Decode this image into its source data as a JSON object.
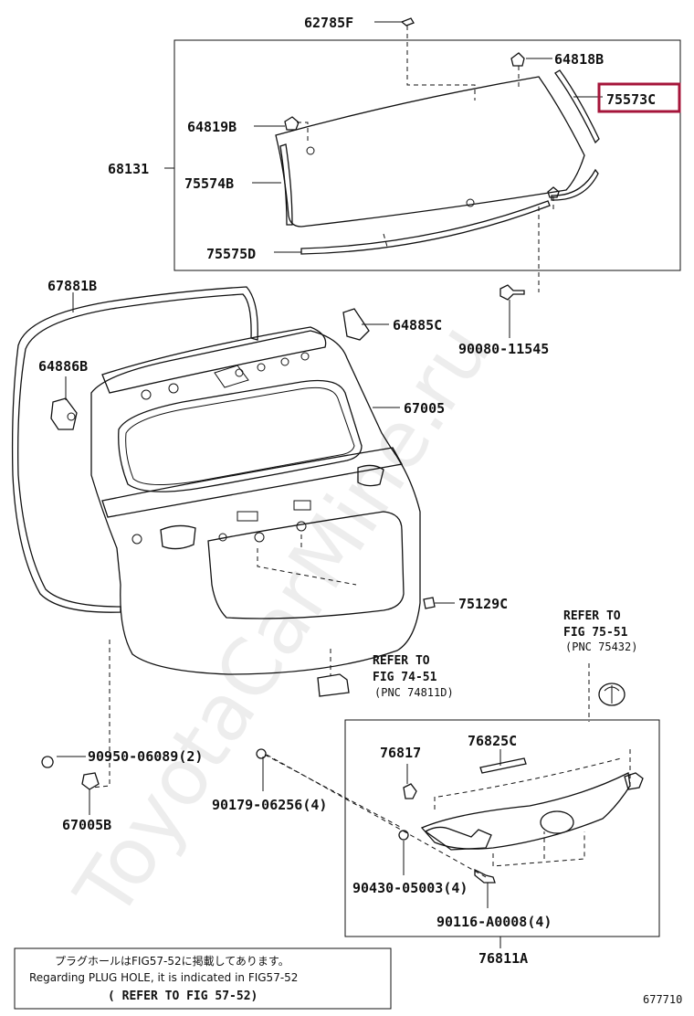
{
  "watermark": "ToyotaCarMine.ru",
  "figure_number": "677710",
  "parts": {
    "p62785F": "62785F",
    "p64818B": "64818B",
    "p75573C": "75573C",
    "p64819B": "64819B",
    "p68131": "68131",
    "p75574B": "75574B",
    "p75575D": "75575D",
    "p67881B": "67881B",
    "p64885C": "64885C",
    "p90080_11545": "90080-11545",
    "p64886B": "64886B",
    "p67005": "67005",
    "p75129C": "75129C",
    "p90950_06089": "90950-06089(2)",
    "p67005B": "67005B",
    "p90179_06256": "90179-06256(4)",
    "p76817": "76817",
    "p76825C": "76825C",
    "p90430_05003": "90430-05003(4)",
    "p90116_A0008": "90116-A0008(4)",
    "p76811A": "76811A"
  },
  "highlighted_part": "75573C",
  "refs": {
    "ref1": {
      "line1": "REFER TO",
      "line2": "FIG 74-51",
      "line3": "(PNC 74811D)"
    },
    "ref2": {
      "line1": "REFER TO",
      "line2": "FIG 75-51",
      "line3": "(PNC 75432)"
    }
  },
  "note": {
    "line1": "プラグホールはFIG57-52に掲載してあります。",
    "line2": "Regarding PLUG HOLE, it is indicated in FIG57-52",
    "line3": "( REFER TO FIG 57-52)"
  }
}
